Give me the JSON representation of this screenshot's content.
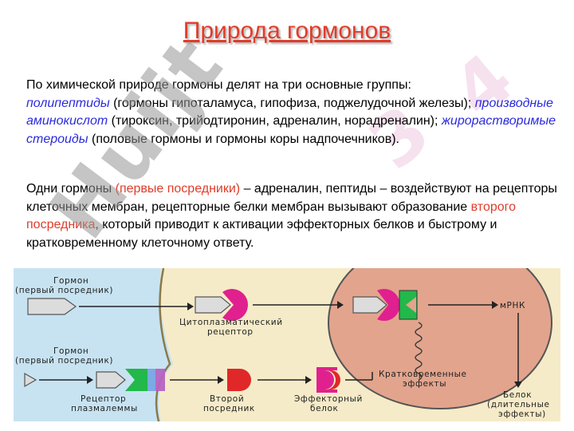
{
  "title": "Природа гормонов",
  "paragraph1": {
    "line1": "По химической природе гормоны делят на три основные группы:",
    "group1": "полипептиды",
    "group1_desc": " (гормоны гипоталамуса, гипофиза, поджелудочной железы);",
    "group2": "производные аминокислот",
    "group2_desc": " (тироксин, трийодтиронин, адреналин, норадреналин);",
    "group3": "жирорастворимые стероиды",
    "group3_desc": " (половые гормоны и гормоны коры надпочечников)."
  },
  "paragraph2": {
    "part1": "Одни гормоны ",
    "highlight1": "(первые посредники)",
    "part2": " – адреналин, пептиды – воздействуют на рецепторы клеточных мембран, рецепторные белки мембран вызывают образование ",
    "highlight2": "второго посредника",
    "part3": ", который приводит к активации эффекторных белков и быстрому и кратковременному клеточному ответу."
  },
  "watermark": "Huijt",
  "diagram": {
    "hormone1": [
      "Гормон",
      "(первый посредник)"
    ],
    "cyto_receptor": [
      "Цитоплазматический",
      "рецептор"
    ],
    "mrna": "мРНК",
    "hormone2": [
      "Гормон",
      "(первый посредник)"
    ],
    "plasma_receptor": [
      "Рецептор",
      "плазмалеммы"
    ],
    "second_messenger": [
      "Второй",
      "посредник"
    ],
    "effector_protein": [
      "Эффекторный",
      "белок"
    ],
    "short_effects": [
      "Кратковременные",
      "эффекты"
    ],
    "protein_long": [
      "Белок",
      "(длительные",
      "эффекты)"
    ]
  },
  "colors": {
    "title": "#e03c2a",
    "italic_terms": "#2a2adc",
    "highlight": "#e03c2a"
  }
}
